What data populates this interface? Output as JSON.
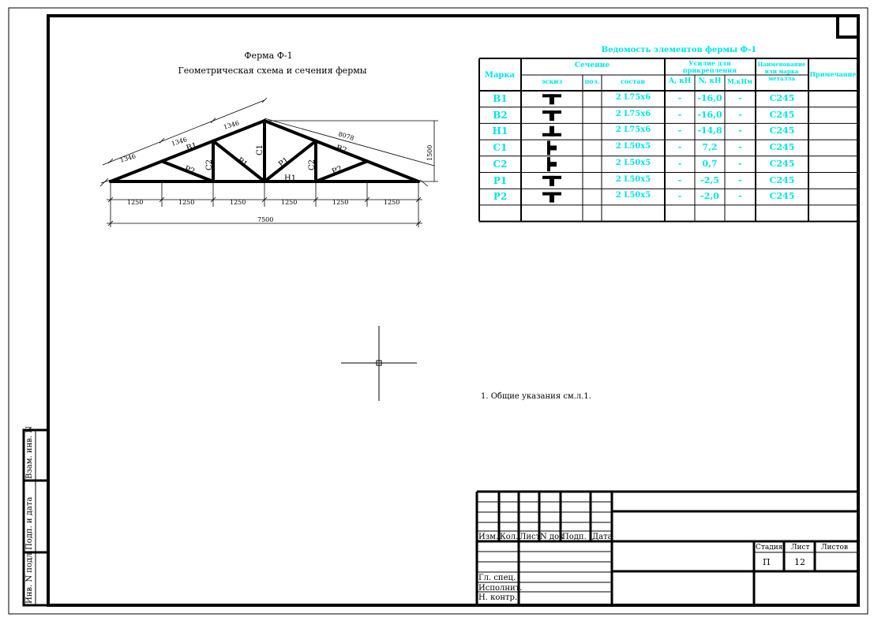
{
  "sheet": {
    "colors": {
      "frame": "#000000",
      "table_text": "#00e5e5",
      "background": "#ffffff"
    }
  },
  "truss": {
    "title": "Ферма Ф-1",
    "subtitle": "Геометрическая схема и сечения фермы",
    "member_labels": {
      "b1": "В1",
      "b2": "В2",
      "h1": "Н1",
      "c1": "С1",
      "c2_left": "С2",
      "c2_right": "С2",
      "p1_left": "Р1",
      "p1_right": "Р1",
      "p2_left": "Р2",
      "p2_right": "Р2"
    },
    "dimensions": {
      "top_chord_1": "1346",
      "top_chord_2": "1346",
      "top_chord_3": "1346",
      "top_chord_right": "8078",
      "height": "1500",
      "panels": [
        "1250",
        "1250",
        "1250",
        "1250",
        "1250",
        "1250"
      ],
      "span": "7500"
    }
  },
  "members_table": {
    "title": "Ведомость элементов фермы Ф-1",
    "headers": {
      "mark": "Марка",
      "section": "Сечение",
      "sketch": "эскиз",
      "pos": "поз.",
      "composition": "состав",
      "forces": "Усилие для прикрепления",
      "a": "А, кН",
      "n": "N, кН",
      "m": "М,кНм",
      "steel": "Наименование или марка металла",
      "note": "Примечание"
    },
    "rows": [
      {
        "mark": "В1",
        "composition": "2 L75x6",
        "a": "-",
        "n": "-16,0",
        "m": "-",
        "steel": "С245",
        "icon": "tee-section-icon"
      },
      {
        "mark": "В2",
        "composition": "2 L75x6",
        "a": "-",
        "n": "-16,0",
        "m": "-",
        "steel": "С245",
        "icon": "tee-section-icon"
      },
      {
        "mark": "Н1",
        "composition": "2 L75x6",
        "a": "-",
        "n": "-14,8",
        "m": "-",
        "steel": "С245",
        "icon": "inverted-tee-section-icon"
      },
      {
        "mark": "С1",
        "composition": "2 L50x5",
        "a": "-",
        "n": "7,2",
        "m": "-",
        "steel": "С245",
        "icon": "vertical-tee-section-icon"
      },
      {
        "mark": "С2",
        "composition": "2 L50x5",
        "a": "-",
        "n": "0,7",
        "m": "-",
        "steel": "С245",
        "icon": "vertical-tee-section-icon"
      },
      {
        "mark": "Р1",
        "composition": "2 L50x5",
        "a": "-",
        "n": "-2,5",
        "m": "-",
        "steel": "С245",
        "icon": "tee-section-icon"
      },
      {
        "mark": "Р2",
        "composition": "2 L50x5",
        "a": "-",
        "n": "-2,0",
        "m": "-",
        "steel": "С245",
        "icon": "tee-section-icon"
      }
    ]
  },
  "notes": {
    "general": "1. Общие указания см.л.1."
  },
  "side_stamp": {
    "vzam": "Взам. инв. N",
    "podp": "Подп. и дата",
    "inv": "Инв. N подл."
  },
  "title_block": {
    "izm": "Изм.",
    "kol": "Кол.",
    "list_uch": "Лист",
    "ndok": "N док",
    "podp": "Подп.",
    "data": "Дата",
    "gl_spec": "Гл. спец.",
    "ispolnil": "Исполнит.",
    "n_kontr": "Н. контр.",
    "stadiya_label": "Стадия",
    "list_label": "Лист",
    "listov_label": "Листов",
    "stadiya_value": "П",
    "list_value": "12",
    "listov_value": ""
  }
}
